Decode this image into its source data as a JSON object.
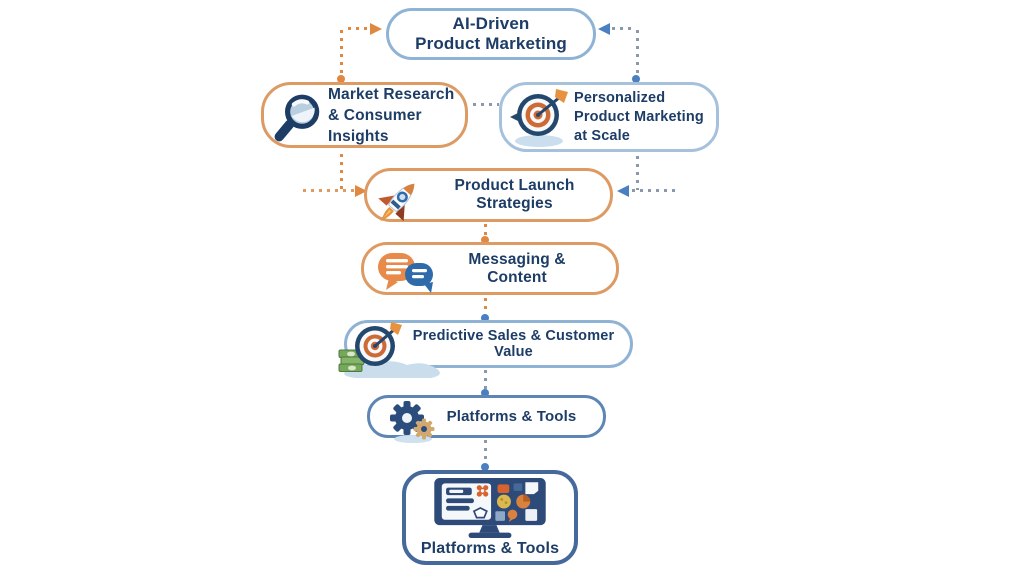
{
  "colors": {
    "orange": "#dd9a62",
    "orangeStrong": "#e0883f",
    "blueBorder": "#8fb3d4",
    "blueBorderSoft": "#a6c1dc",
    "blueBorderDarker": "#5d86b4",
    "blueBorderDark": "#46699b",
    "blueStrong": "#4a7fc1",
    "navy": "#1d3d66",
    "grayDot": "#8a99ad"
  },
  "nodes": {
    "aiDriven": {
      "line1": "AI-Driven",
      "line2": "Product Marketing"
    },
    "marketResearch": {
      "line1": "Market Research",
      "line2": "& Consumer Insights"
    },
    "personalized": {
      "line1": "Personalized",
      "line2": "Product Marketing",
      "line3": "at Scale"
    },
    "productLaunch": {
      "label": "Product Launch Strategies"
    },
    "messaging": {
      "label": "Messaging & Content"
    },
    "predictive": {
      "label": "Predictive Sales & Customer Value"
    },
    "platforms": {
      "label": "Platforms & Tools"
    },
    "dashboard": {
      "label": "Platforms & Tools"
    }
  }
}
